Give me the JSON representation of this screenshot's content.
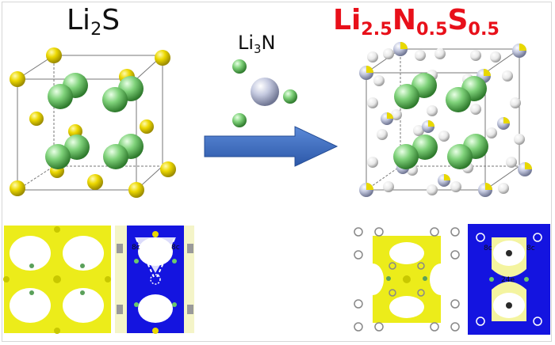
{
  "left_title": {
    "base": "Li",
    "sub": "2",
    "tail": "S"
  },
  "right_title": [
    {
      "base": "Li",
      "sub": "2.5"
    },
    {
      "base": "N",
      "sub": "0.5"
    },
    {
      "base": "S",
      "sub": "0.5"
    }
  ],
  "middle_label": {
    "base": "Li",
    "sub": "3",
    "tail": "N"
  },
  "site_labels": {
    "left_a": "8c",
    "left_b": "8c",
    "right_a": "8c",
    "right_b": "8c",
    "right_center": "24e"
  },
  "colors": {
    "sulfur": "#e8d800",
    "lithium": "#6cc96c",
    "nitrogen": "#b9bfd6",
    "density": "#ecec1a",
    "blue_density": "#1414e0",
    "arrow": "#3f6fc4",
    "accent_title": "#e8101a"
  }
}
